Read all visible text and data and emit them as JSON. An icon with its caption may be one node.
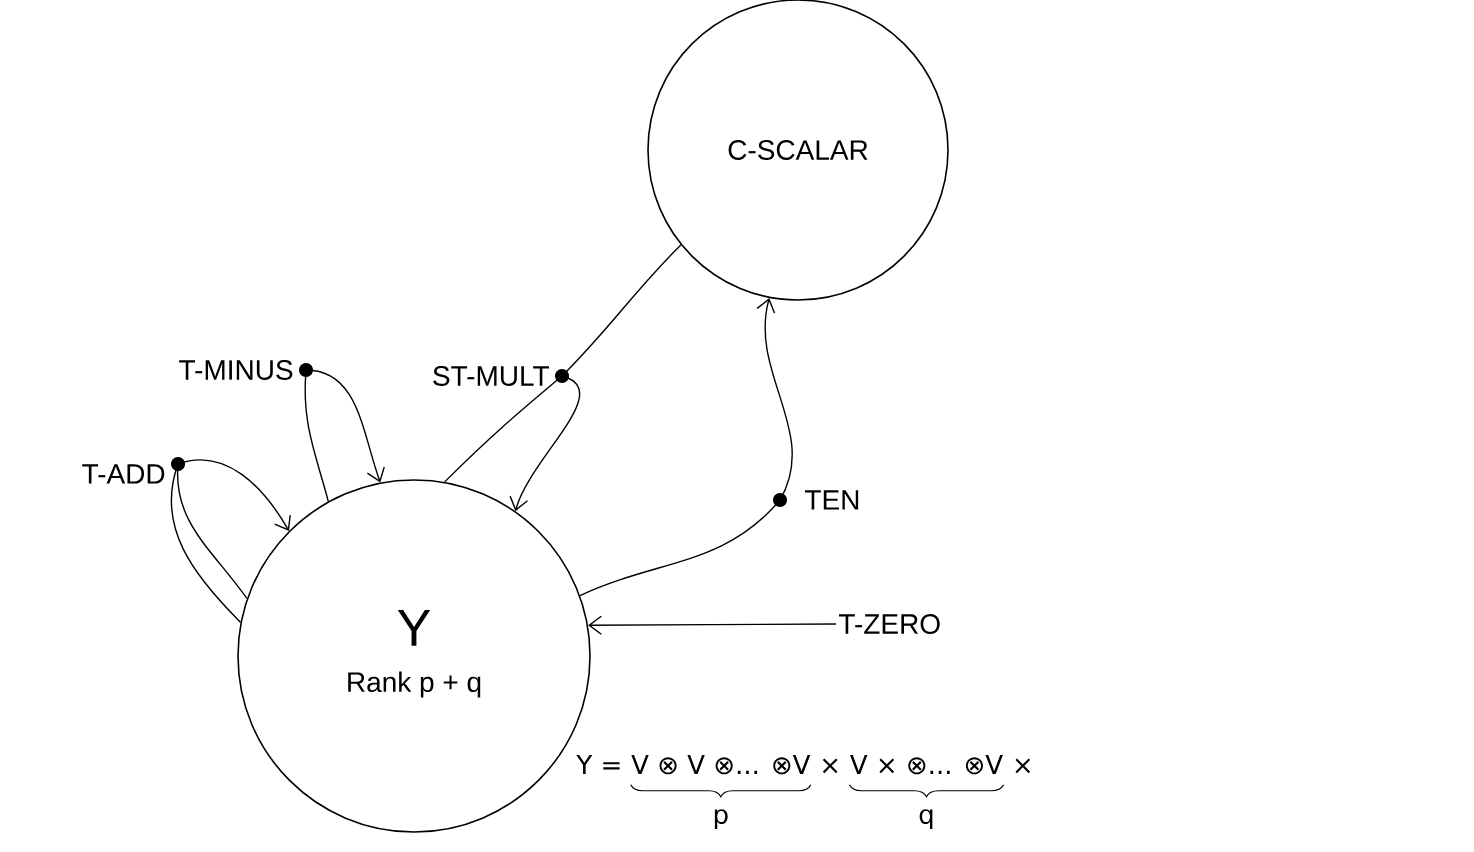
{
  "diagram": {
    "nodes": [
      {
        "text": [
          "C-SCALAR"
        ]
      },
      {
        "text": [],
        "shape": "circle",
        "beside": [
          "T-MINUS"
        ]
      },
      {
        "text": [],
        "shape": "circle",
        "beside": [
          "ST-MULT"
        ]
      },
      {
        "text": [],
        "shape": "circle",
        "beside": [
          "T-ADD"
        ]
      },
      {
        "text": [],
        "shape": "circle",
        "beside": [
          "TEN"
        ]
      },
      {
        "text": [
          "Y",
          "Rank p + q"
        ]
      },
      {
        "text": [
          "T-ZERO"
        ]
      }
    ],
    "edges": [
      {
        "from": 5,
        "to": 3,
        "arrow": "none"
      },
      {
        "from": 5,
        "to": 3,
        "arrow": "none"
      },
      {
        "from": 3,
        "to": 5,
        "arrow": "to"
      },
      {
        "from": 5,
        "to": 1,
        "arrow": "none"
      },
      {
        "from": 1,
        "to": 5,
        "arrow": "to"
      },
      {
        "from": 0,
        "to": 2,
        "arrow": "none"
      },
      {
        "from": 5,
        "to": 2,
        "arrow": "none"
      },
      {
        "from": 2,
        "to": 5,
        "arrow": "to"
      },
      {
        "from": 5,
        "to": 4,
        "arrow": "none"
      },
      {
        "from": 4,
        "to": 0,
        "arrow": "to"
      },
      {
        "from": 6,
        "to": 5,
        "arrow": "to"
      }
    ],
    "labels": [
      "Y =",
      "V ⊗ V ⊗... ⊗V",
      "×",
      "V × ⊗... ⊗V",
      "×",
      "p",
      "q"
    ]
  }
}
